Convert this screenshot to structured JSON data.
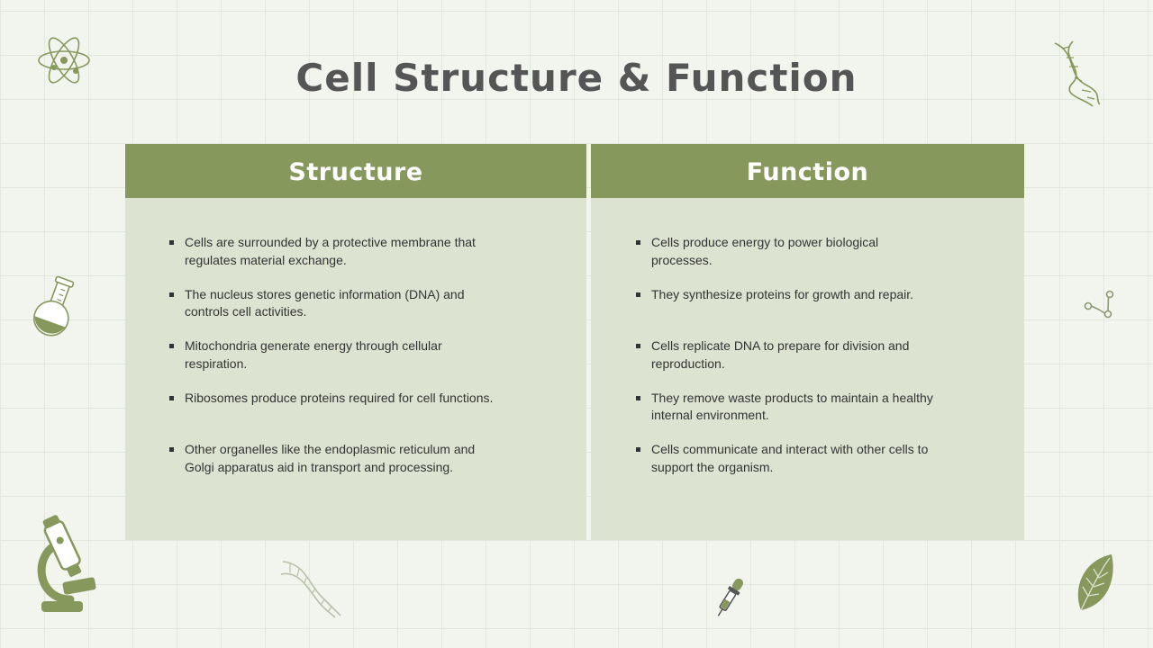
{
  "title": "Cell Structure & Function",
  "structure": {
    "heading": "Structure",
    "items": [
      "Cells are surrounded by a protective membrane that regulates material exchange.",
      "The nucleus stores genetic information (DNA) and controls cell activities.",
      "Mitochondria generate energy through cellular respiration.",
      "Ribosomes produce proteins required for cell functions.",
      "Other organelles like the endoplasmic reticulum and Golgi apparatus aid in transport and processing."
    ]
  },
  "function": {
    "heading": "Function",
    "items": [
      "Cells produce energy to power biological processes.",
      "They synthesize proteins for growth and repair.",
      "Cells replicate DNA to prepare for division and reproduction.",
      "They remove waste products to maintain a healthy internal environment.",
      "Cells communicate and interact with other cells to support the organism."
    ]
  },
  "colors": {
    "accent": "#86985c",
    "panel": "#dde3d1",
    "background": "#f2f4ee",
    "title": "#555555"
  },
  "icons": [
    "atom-icon",
    "dna-icon",
    "flask-icon",
    "molecule-icon",
    "microscope-icon",
    "dna-icon",
    "dropper-icon",
    "leaf-icon"
  ]
}
